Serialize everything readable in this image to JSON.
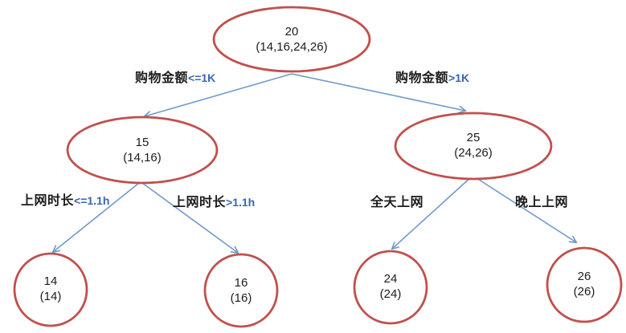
{
  "diagram": {
    "kind": "decision-tree",
    "colors": {
      "node_stroke": "#C0504D",
      "edge_line": "#6F99CC",
      "operator_text": "#3A66AD",
      "node_text": "#1C1C1C",
      "background": "#FFFFFF"
    },
    "nodes": {
      "root": {
        "value": "20",
        "set": "(14,16,24,26)"
      },
      "left": {
        "value": "15",
        "set": "(14,16)"
      },
      "right": {
        "value": "25",
        "set": "(24,26)"
      },
      "leaf_14": {
        "value": "14",
        "set": "(14)"
      },
      "leaf_16": {
        "value": "16",
        "set": "(16)"
      },
      "leaf_24": {
        "value": "24",
        "set": "(24)"
      },
      "leaf_26": {
        "value": "26",
        "set": "(26)"
      }
    },
    "edge_labels": {
      "root_left": {
        "text": "购物金额",
        "op": "<=1K"
      },
      "root_right": {
        "text": "购物金额",
        "op": ">1K"
      },
      "left_left": {
        "text": "上网时长",
        "op": "<=1.1h"
      },
      "left_right": {
        "text": "上网时长",
        "op": ">1.1h"
      },
      "right_left": {
        "text": "全天上网",
        "op": ""
      },
      "right_right": {
        "text": "晚上上网",
        "op": ""
      }
    }
  }
}
